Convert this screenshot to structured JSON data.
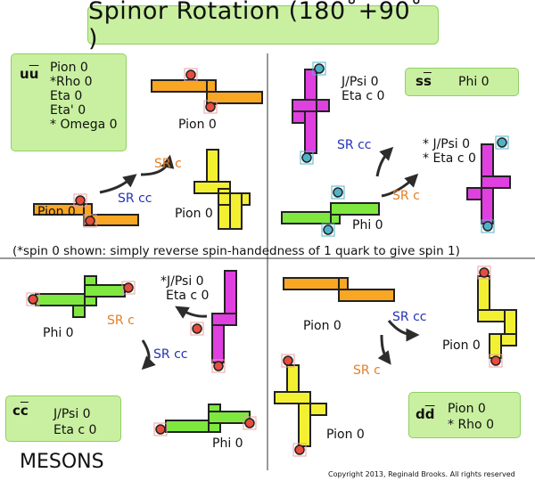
{
  "title": "Spinor Rotation (180˚+90˚ )",
  "footer": {
    "category": "MESONS",
    "copyright": "Copyright 2013, Reginald Brooks. All rights reserved"
  },
  "note": "(*spin 0 shown: simply reverse spin-handedness of 1 quark to give spin 1)",
  "quadrants": {
    "uu": {
      "quark_a": "u",
      "quark_b": "u",
      "particles": [
        "Pion 0",
        "Rho 0",
        "Eta 0",
        "Eta' 0",
        "Omega 0"
      ],
      "stars": [
        "",
        "*",
        "",
        "",
        "*"
      ],
      "labels": {
        "top": "Pion 0",
        "right": "Pion 0",
        "left": "Pion 0",
        "sr_c": "SR c",
        "sr_cc": "SR cc"
      }
    },
    "ss": {
      "quark_a": "s",
      "quark_b": "s",
      "particles": [
        "Phi 0"
      ],
      "labels": {
        "top_a": "J/Psi 0",
        "top_b": "Eta c 0",
        "right_a": "* J/Psi 0",
        "right_b": "* Eta c 0",
        "bottom": "Phi 0",
        "sr_c": "SR c",
        "sr_cc": "SR cc"
      }
    },
    "cc": {
      "quark_a": "c",
      "quark_b": "c",
      "particles": [
        "J/Psi 0",
        "Eta c 0"
      ],
      "labels": {
        "top_a": "*J/Psi 0",
        "top_b": "Eta c 0",
        "left": "Phi 0",
        "bottom": "Phi 0",
        "sr_c": "SR c",
        "sr_cc": "SR cc"
      }
    },
    "dd": {
      "quark_a": "d",
      "quark_b": "d",
      "particles": [
        "Pion 0",
        "Rho 0"
      ],
      "stars": [
        "",
        "*"
      ],
      "labels": {
        "top": "Pion 0",
        "right": "Pion 0",
        "bottom": "Pion 0",
        "sr_c": "SR c",
        "sr_cc": "SR cc"
      }
    }
  },
  "colors": {
    "up": "#f9a623",
    "strange": "#7ee83f",
    "charm": "#e040e0",
    "down": "#f3f032",
    "panel": "#c9f0a0",
    "sr_c": "#e67e22",
    "sr_cc": "#2332b8",
    "spin_red": "#e74c3c",
    "spin_blue": "#4fb3c8"
  }
}
